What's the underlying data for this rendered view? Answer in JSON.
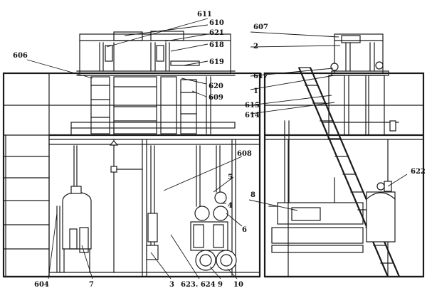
{
  "labels": {
    "l611": "611",
    "l610": "610",
    "l621": "621",
    "l618": "618",
    "l619": "619",
    "l606": "606",
    "l620": "620",
    "l609": "609",
    "l608": "608",
    "l5": "5",
    "l4": "4",
    "l6": "6",
    "l604": "604",
    "l7": "7",
    "l3": "3",
    "l623": "623. 624",
    "l9": "9",
    "l10": "10",
    "l607": "607",
    "l2": "2",
    "l617": "617",
    "l1": "1",
    "l615": "615",
    "l614": "614",
    "l622": "622",
    "l8": "8"
  }
}
